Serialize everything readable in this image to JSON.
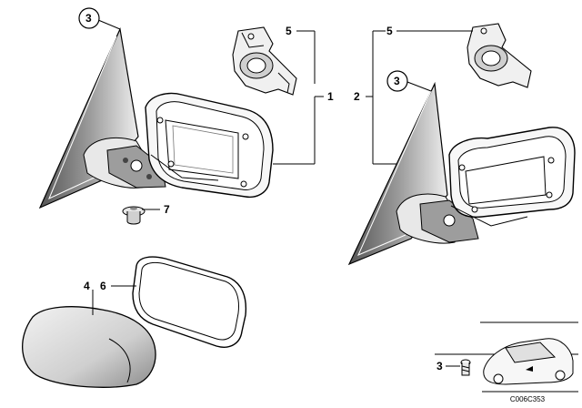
{
  "diagram": {
    "callouts": {
      "left_mirror_glass_ref": "3",
      "left_bracket": "5",
      "assembly_left": "1",
      "assembly_right": "2",
      "right_bracket": "5",
      "right_mirror_glass_ref": "3",
      "screw": "7",
      "cover_cap": "4",
      "mirror_glass": "6",
      "inset_screw": "3"
    },
    "catalog_code": "C006C353",
    "colors": {
      "line": "#000000",
      "background": "#ffffff",
      "shade": "#bdbdbd"
    }
  }
}
